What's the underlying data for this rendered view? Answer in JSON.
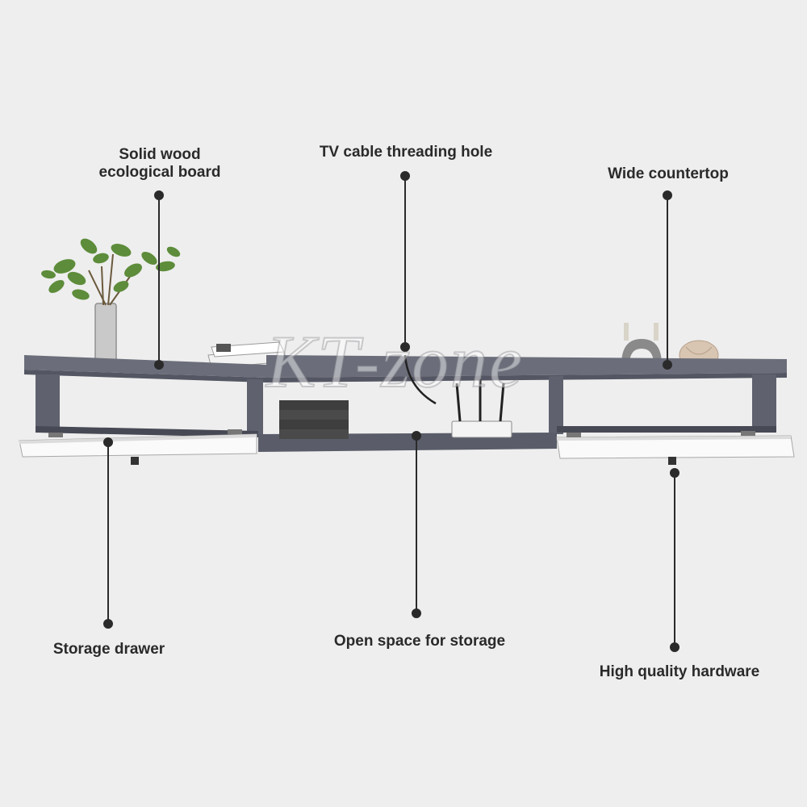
{
  "labels": {
    "wood_board_line1": "Solid wood",
    "wood_board_line2": "ecological board",
    "cable_hole": "TV cable threading hole",
    "countertop": "Wide countertop",
    "drawer": "Storage drawer",
    "open_space": "Open space for storage",
    "hardware": "High quality hardware"
  },
  "watermark": "KT-zone",
  "colors": {
    "background": "#eeeeee",
    "shelf": "#6b6e7a",
    "shelf_dark": "#545763",
    "drawer_door": "#fafafa",
    "callout": "#2a2a2a"
  }
}
